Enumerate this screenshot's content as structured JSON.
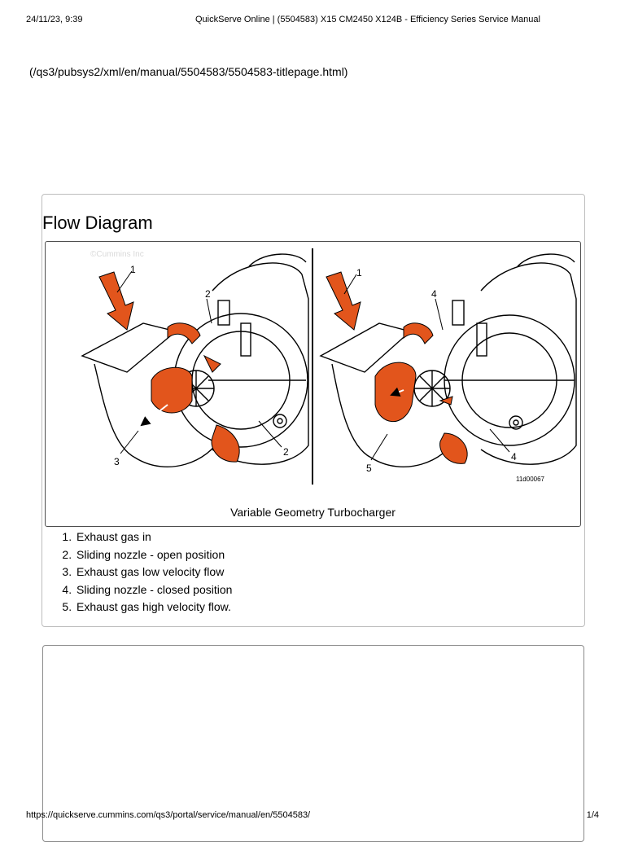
{
  "print_header": {
    "date_time": "24/11/23, 9:39",
    "title": "QuickServe Online | (5504583)   X15 CM2450 X124B - Efficiency Series Service Manual"
  },
  "manual_link": "(/qs3/pubsys2/xml/en/manual/5504583/5504583-titlepage.html)",
  "flow_section": {
    "heading": "Flow Diagram",
    "figure": {
      "watermark": "©Cummins Inc",
      "figure_id": "11d00067",
      "caption": "Variable Geometry Turbocharger",
      "colors": {
        "exhaust_flow": "#e2551c",
        "line_art": "#000000"
      },
      "callouts_left": [
        "1",
        "2",
        "3",
        "2"
      ],
      "callouts_right": [
        "1",
        "4",
        "5",
        "4"
      ]
    },
    "legend": [
      "Exhaust gas in",
      "Sliding nozzle - open position",
      "Exhaust gas low velocity flow",
      "Sliding nozzle - closed position",
      "Exhaust gas high velocity flow."
    ]
  },
  "print_footer": {
    "url": "https://quickserve.cummins.com/qs3/portal/service/manual/en/5504583/",
    "page": "1/4"
  }
}
